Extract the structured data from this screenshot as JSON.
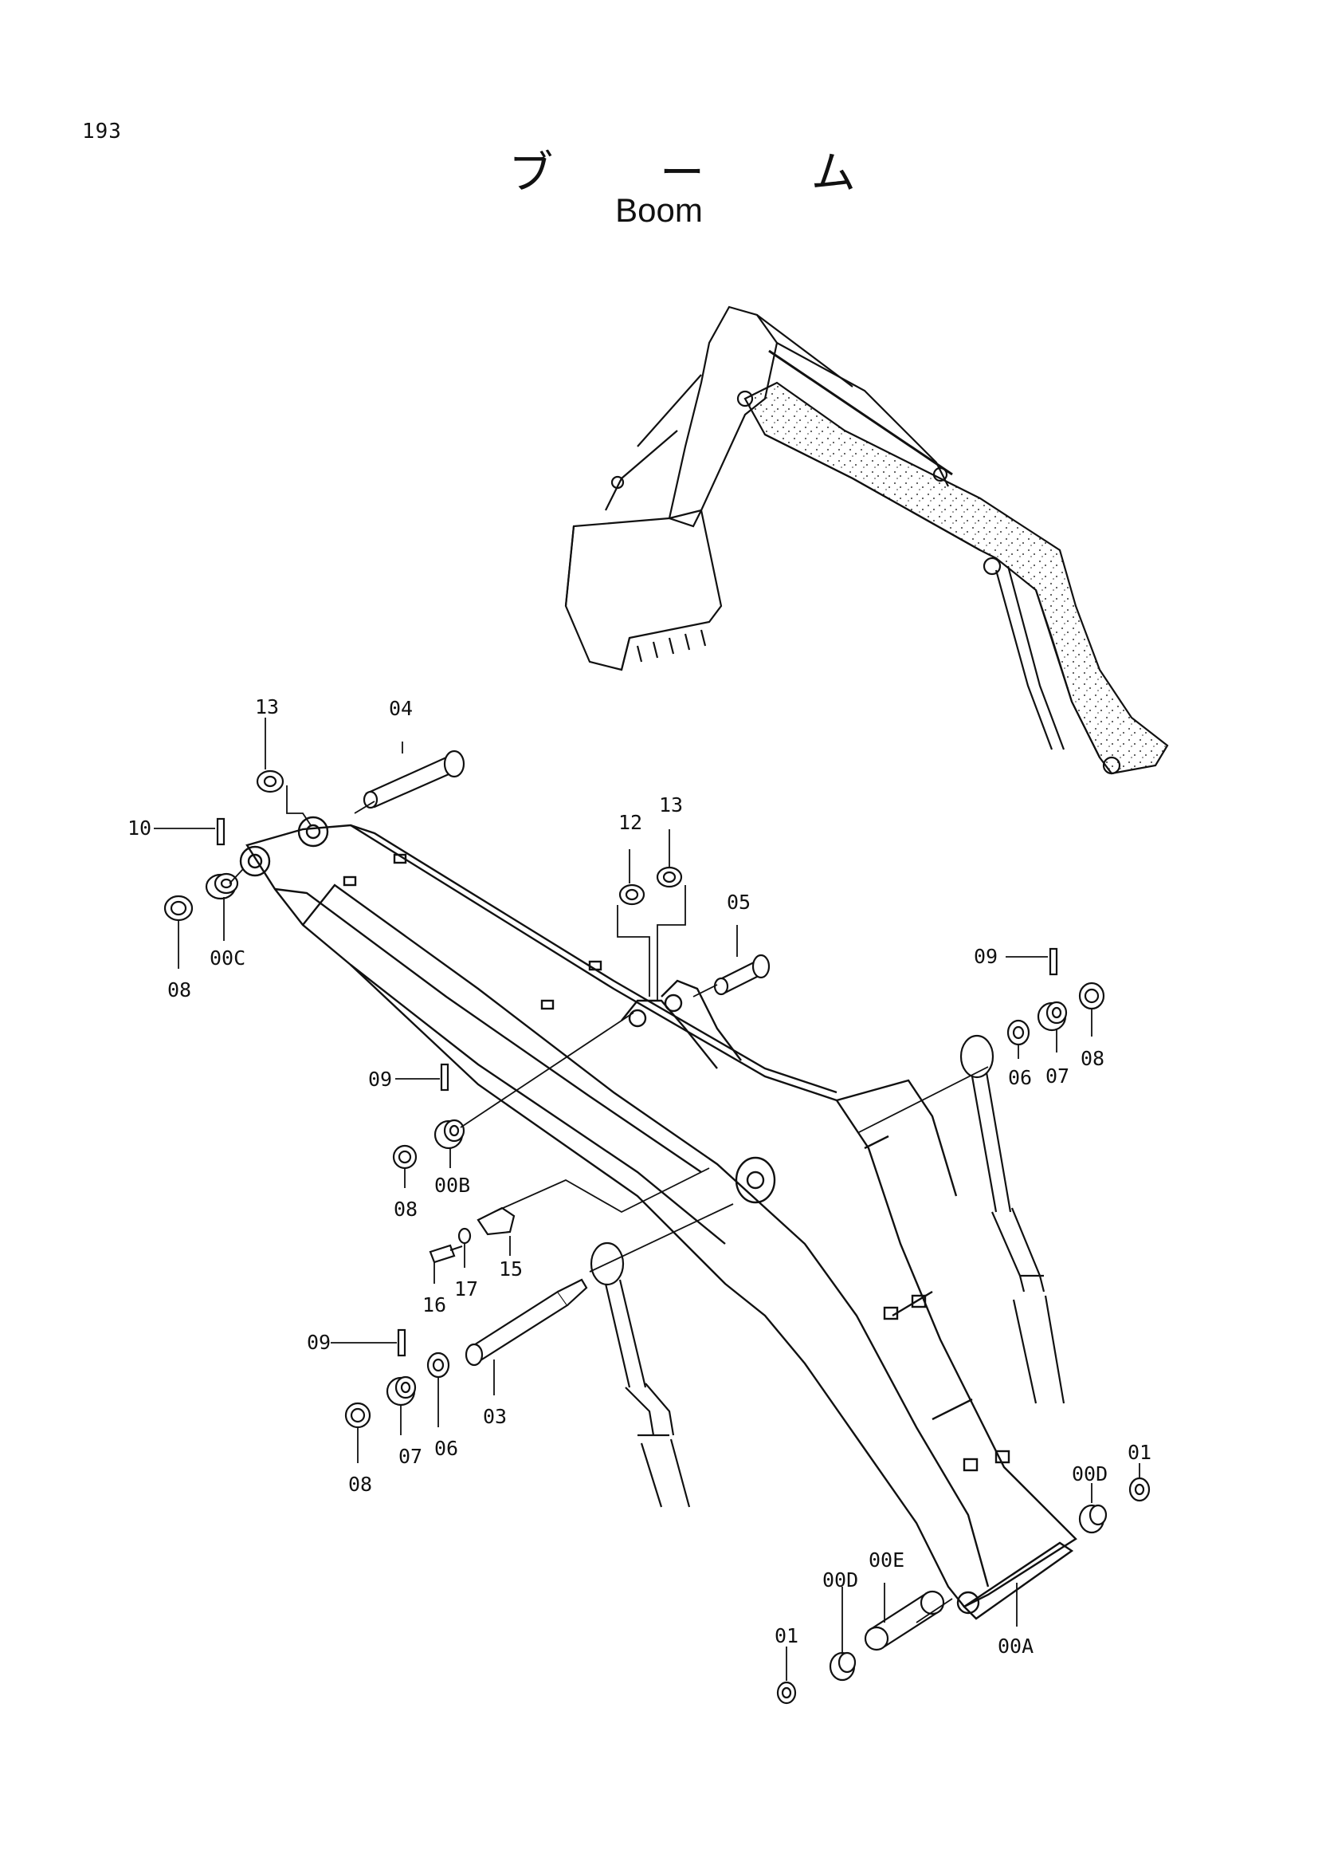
{
  "page_number": "193",
  "title_jp": "ブ ー ム",
  "title_en": "Boom",
  "callouts": [
    {
      "id": "c13a",
      "text": "13"
    },
    {
      "id": "c04",
      "text": "04"
    },
    {
      "id": "c10",
      "text": "10"
    },
    {
      "id": "c00C",
      "text": "00C"
    },
    {
      "id": "c08a",
      "text": "08"
    },
    {
      "id": "c12",
      "text": "12"
    },
    {
      "id": "c13b",
      "text": "13"
    },
    {
      "id": "c05",
      "text": "05"
    },
    {
      "id": "c09a",
      "text": "09"
    },
    {
      "id": "c06a",
      "text": "06"
    },
    {
      "id": "c07a",
      "text": "07"
    },
    {
      "id": "c08b",
      "text": "08"
    },
    {
      "id": "c09b",
      "text": "09"
    },
    {
      "id": "c00B",
      "text": "00B"
    },
    {
      "id": "c08c",
      "text": "08"
    },
    {
      "id": "c15",
      "text": "15"
    },
    {
      "id": "c16",
      "text": "16"
    },
    {
      "id": "c17",
      "text": "17"
    },
    {
      "id": "c09c",
      "text": "09"
    },
    {
      "id": "c03",
      "text": "03"
    },
    {
      "id": "c06b",
      "text": "06"
    },
    {
      "id": "c07b",
      "text": "07"
    },
    {
      "id": "c08d",
      "text": "08"
    },
    {
      "id": "c00Da",
      "text": "00D"
    },
    {
      "id": "c01a",
      "text": "01"
    },
    {
      "id": "c01b",
      "text": "01"
    },
    {
      "id": "c00Db",
      "text": "00D"
    },
    {
      "id": "c00E",
      "text": "00E"
    },
    {
      "id": "c00A",
      "text": "00A"
    }
  ]
}
